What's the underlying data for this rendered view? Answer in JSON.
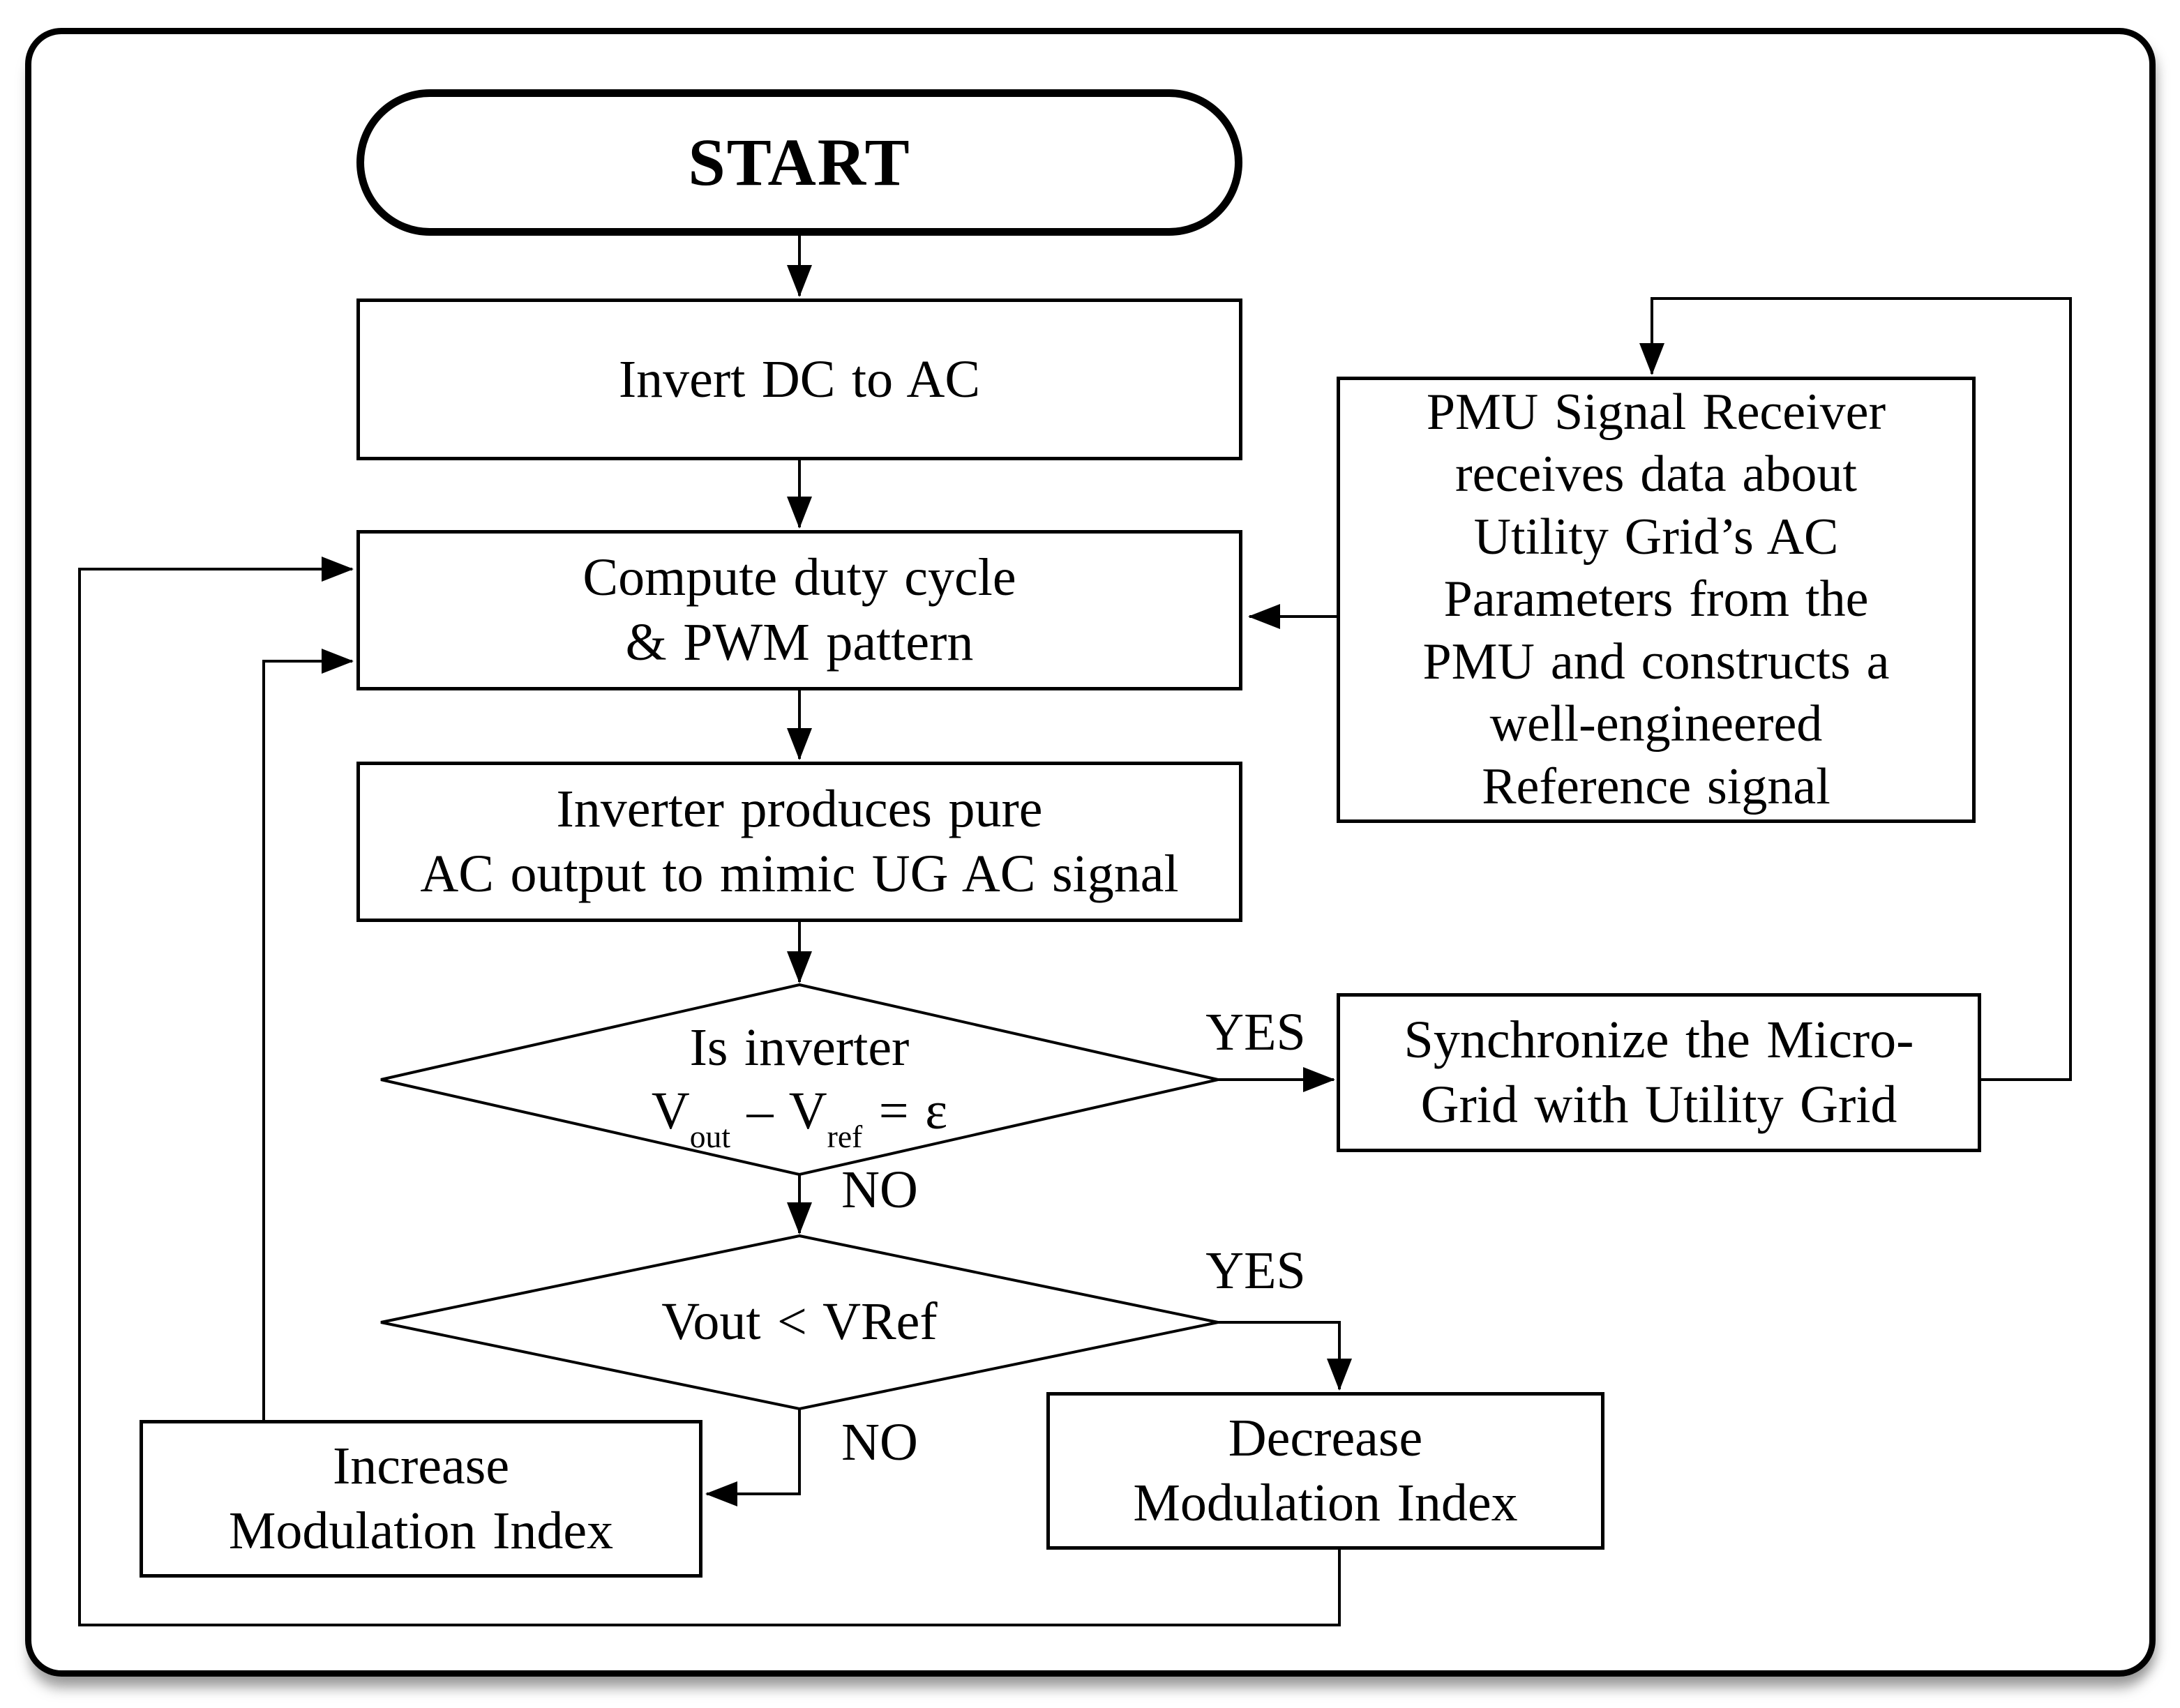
{
  "figure": {
    "background": "#ffffff",
    "line_color": "#000000",
    "box_fill": "#ffffff",
    "nodes": {
      "start": {
        "label": "START"
      },
      "invert_dc_ac": {
        "label": "Invert DC to AC"
      },
      "compute_duty": {
        "line1": "Compute duty cycle",
        "line2": "& PWM pattern"
      },
      "inverter_output": {
        "line1": "Inverter produces pure",
        "line2": "AC output to mimic UG AC signal"
      },
      "decision_epsilon": {
        "line1": "Is inverter",
        "formula": {
          "p1": "V",
          "s1": "out",
          "p2": " – V",
          "s2": "ref",
          "p3": " = ε"
        }
      },
      "decision_vout": {
        "label": "Vout < VRef"
      },
      "synchronize": {
        "line1": "Synchronize the Micro-",
        "line2": "Grid with Utility Grid"
      },
      "pmu": {
        "lines": [
          "PMU Signal Receiver",
          "receives data about",
          "Utility Grid’s AC",
          "Parameters from the",
          "PMU and constructs a",
          "well-engineered",
          "Reference signal"
        ]
      },
      "increase_mi": {
        "line1": "Increase",
        "line2": "Modulation Index"
      },
      "decrease_mi": {
        "line1": "Decrease",
        "line2": "Modulation Index"
      }
    },
    "edge_labels": {
      "d1_yes": "YES",
      "d1_no": "NO",
      "d2_yes": "YES",
      "d2_no": "NO"
    }
  }
}
